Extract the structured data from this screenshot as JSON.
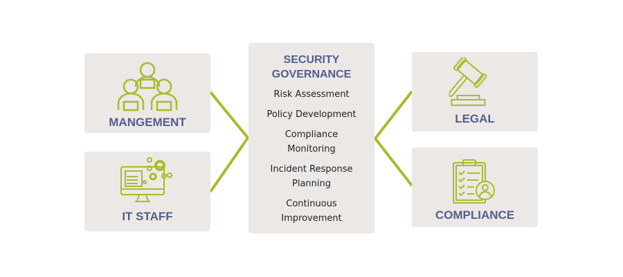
{
  "center": {
    "title_line1": "SECURITY",
    "title_line2": "GOVERNANCE",
    "items": [
      [
        "Risk Assessment"
      ],
      [
        "Policy Development"
      ],
      [
        "Compliance",
        "Monitoring"
      ],
      [
        "Incident Response",
        "Planning"
      ],
      [
        "Continuous",
        "Improvement"
      ]
    ]
  },
  "nodes": {
    "management": "MANGEMENT",
    "it_staff": "IT STAFF",
    "legal": "LEGAL",
    "compliance": "COMPLIANCE"
  },
  "colors": {
    "accent": "#a9bb2a",
    "text": "#535d8f",
    "box": "#ebe8e6"
  }
}
